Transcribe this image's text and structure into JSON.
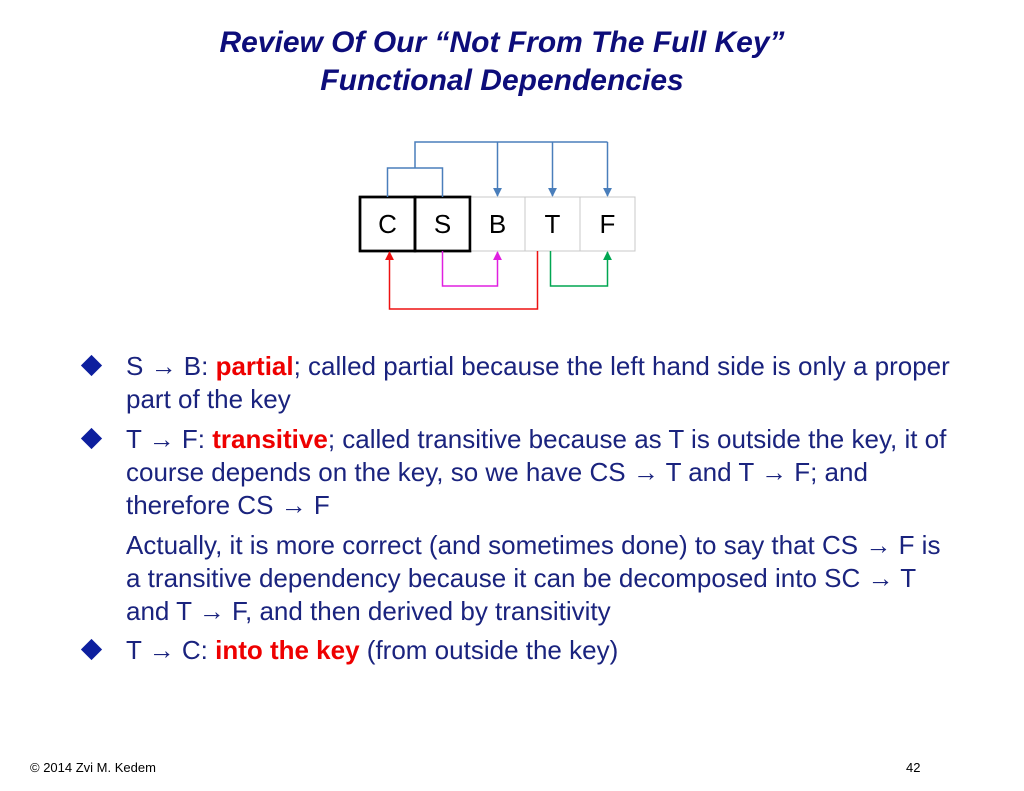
{
  "title": {
    "line1": "Review Of Our “Not From The Full Key”",
    "line2": "Functional Dependencies"
  },
  "diagram": {
    "cells": [
      {
        "label": "C",
        "key": true
      },
      {
        "label": "S",
        "key": true
      },
      {
        "label": "B",
        "key": false
      },
      {
        "label": "T",
        "key": false
      },
      {
        "label": "F",
        "key": false
      }
    ],
    "colors": {
      "top_arrows": "#4a7ebb",
      "s_to_b": "#e020e0",
      "t_to_f": "#00a651",
      "t_to_c": "#ee1111"
    }
  },
  "bullets": [
    {
      "prefix": "S → B: ",
      "highlight": "partial",
      "rest": "; called partial because the left hand side is only a proper part of the key"
    },
    {
      "prefix": "T → F: ",
      "highlight": "transitive",
      "rest": "; called transitive because as T is outside the key, it of course depends on the key, so we have CS → T and T → F; and therefore CS → F"
    },
    {
      "paragraph": "Actually, it is more correct (and sometimes done) to say that CS → F is a transitive dependency because it can be decomposed into SC → T and T → F, and then derived by transitivity"
    },
    {
      "prefix": "T → C: ",
      "highlight": "into the key",
      "rest": " (from outside the key)"
    }
  ],
  "footer": {
    "copyright": "©  2014 Zvi M. Kedem",
    "page_number": "42"
  }
}
